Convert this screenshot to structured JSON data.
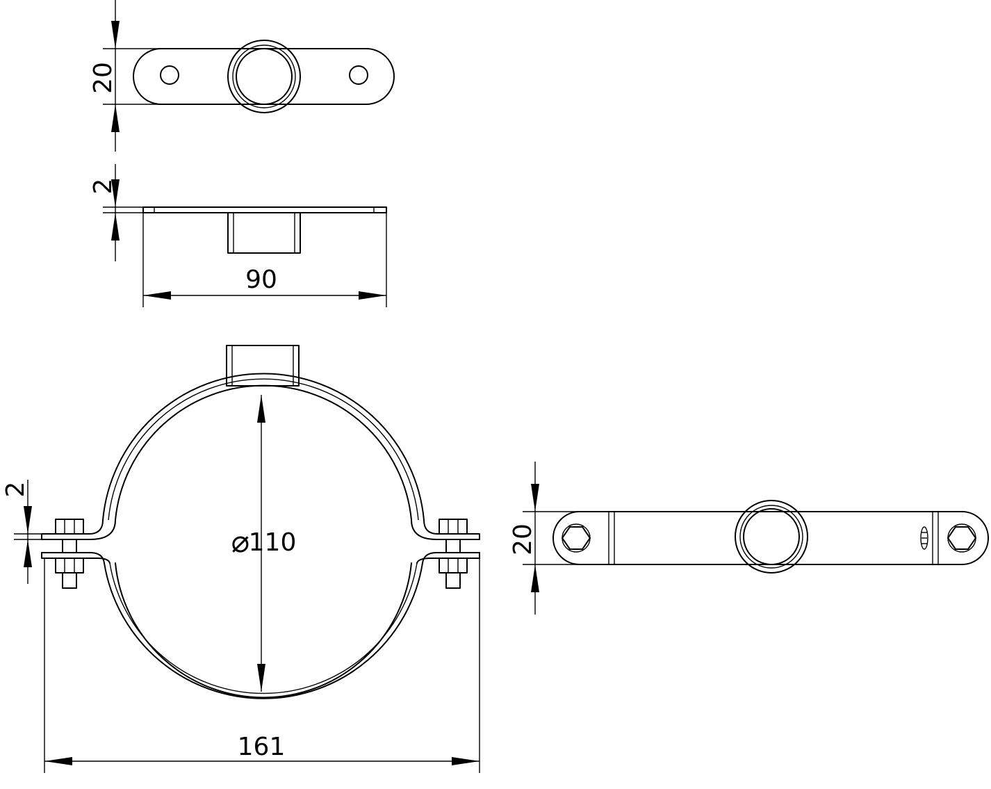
{
  "dimensions": {
    "top_view_width": "20",
    "side_view_thickness": "2",
    "side_view_length": "90",
    "clamp_thickness": "2",
    "clamp_diameter_symbol": "⌀",
    "clamp_diameter": "110",
    "clamp_overall_width": "161",
    "right_view_width": "20"
  }
}
